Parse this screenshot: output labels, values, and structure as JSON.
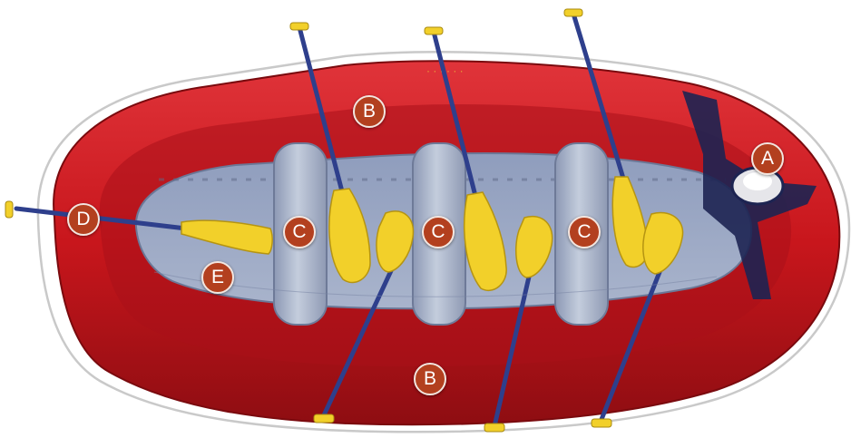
{
  "image": {
    "subject": "inflatable river raft with paddles",
    "colors": {
      "raft_red": "#c8161c",
      "floor_blue": "#9aa7c4",
      "thwart_gray": "#aeb8cc",
      "paddle_yellow": "#f2d02a",
      "shaft_blue": "#2e3f8c",
      "marker_fill": "#b3401f"
    }
  },
  "labels": {
    "a": "A",
    "b_top": "B",
    "b_bottom": "B",
    "c_left": "C",
    "c_middle": "C",
    "c_right": "C",
    "d": "D",
    "e": "E"
  }
}
